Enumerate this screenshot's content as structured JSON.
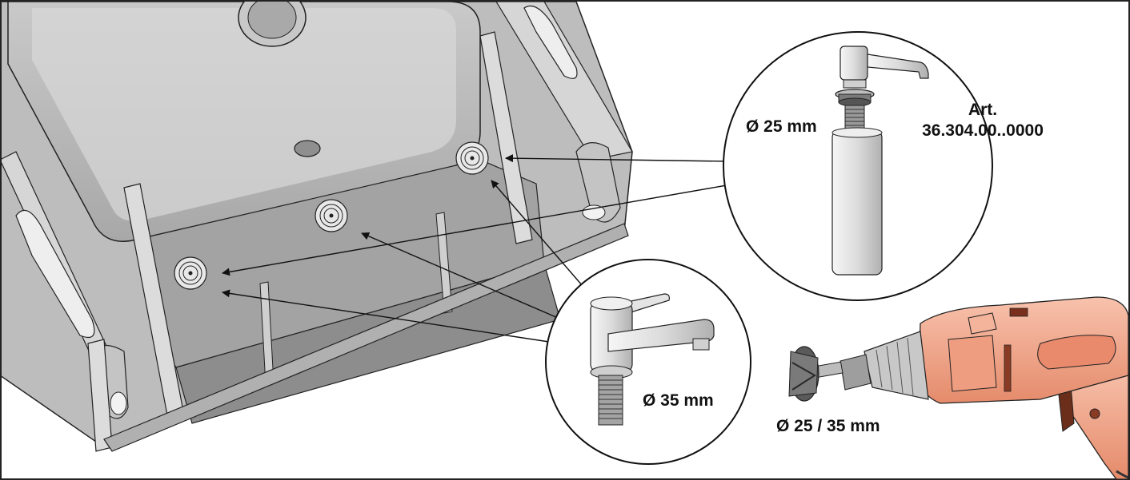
{
  "labels": {
    "soap_dispenser_diameter": "Ø 25 mm",
    "article_prefix": "Art.",
    "article_number": "36.304.00..0000",
    "faucet_diameter": "Ø 35 mm",
    "drill_bit_diameters": "Ø 25 / 35 mm"
  },
  "colors": {
    "sink_light": "#d4d4d4",
    "sink_mid": "#b6b6b6",
    "sink_dark": "#8e8e8e",
    "drill_body": "#f2a58a",
    "drill_dark": "#8a3b24",
    "outline": "#1a1a1a"
  }
}
